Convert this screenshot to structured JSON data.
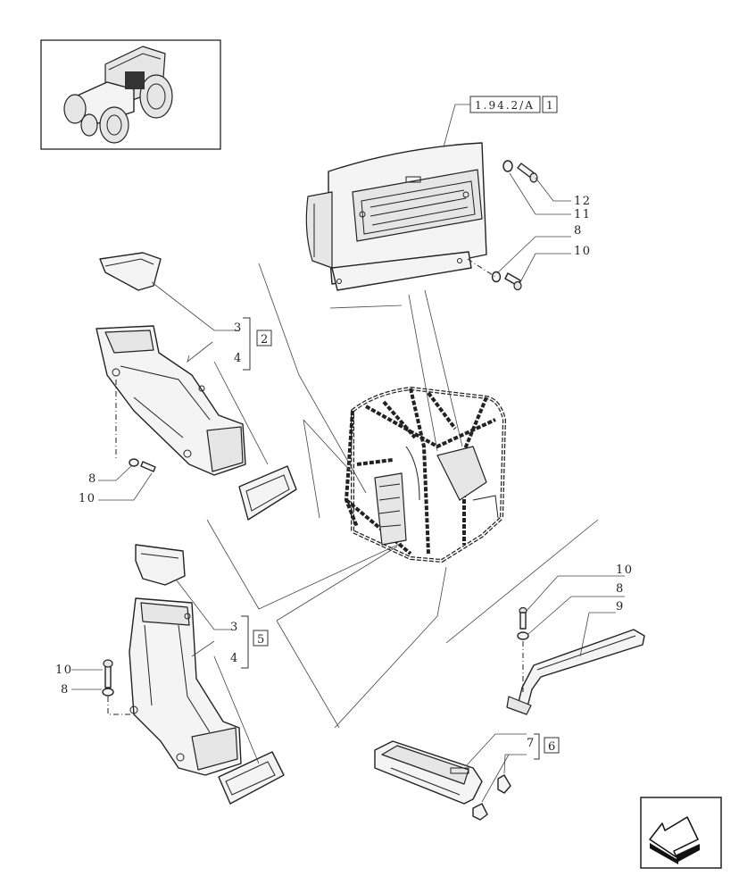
{
  "reference_tag": "1.94.2/A",
  "reference_index": "1",
  "group_labels": [
    "2",
    "5",
    "6"
  ],
  "callouts": {
    "c12": "12",
    "c11": "11",
    "c8_top": "8",
    "c10_top": "10",
    "c3_a": "3",
    "c4_a": "4",
    "c8_left_a": "8",
    "c10_left_a": "10",
    "c3_b": "3",
    "c4_b": "4",
    "c10_left_b": "10",
    "c8_left_b": "8",
    "c10_right": "10",
    "c8_right": "8",
    "c9": "9",
    "c7": "7"
  },
  "icons": {
    "thumbnail": "tractor-thumbnail-icon",
    "nav": "previous-page-arrow-icon"
  }
}
